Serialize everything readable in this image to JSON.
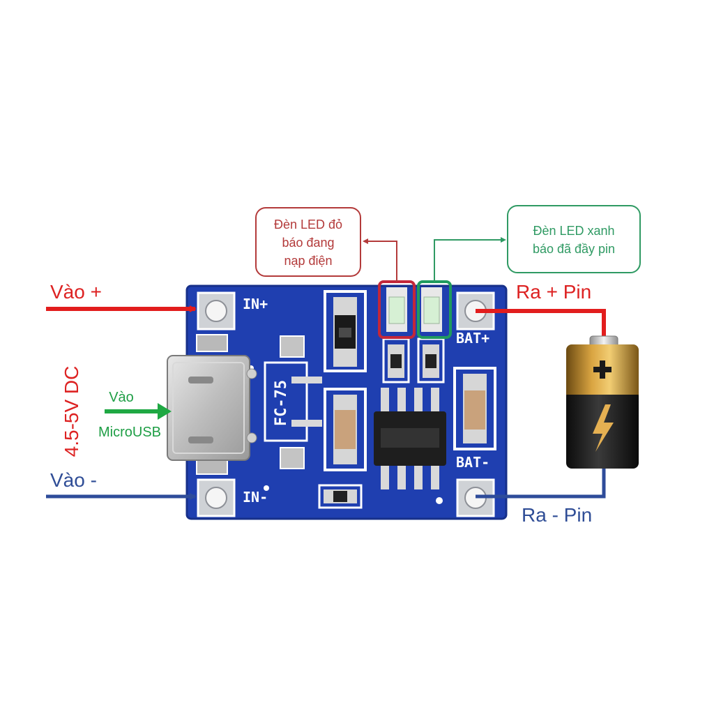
{
  "colors": {
    "red_wire": "#e21d1d",
    "blue_wire": "#2e4c9a",
    "green_arrow": "#1fa843",
    "pcb_blue": "#1f3fb0",
    "callout_red": "#b33a3a",
    "callout_green": "#2f9a63",
    "text_blue": "#2f4d96",
    "text_red": "#dd2222",
    "text_green": "#1e9e45"
  },
  "labels": {
    "in_plus": "Vào  +",
    "in_minus": "Vào  -",
    "voltage": "4.5-5V DC",
    "usb_in_top": "Vào",
    "usb_in_bottom": "MicroUSB",
    "out_plus": "Ra  + Pin",
    "out_minus": "Ra  - Pin"
  },
  "callouts": {
    "red_led": [
      "Đèn LED đỏ",
      "báo đang",
      "nạp điện"
    ],
    "green_led": [
      "Đèn LED xanh",
      "báo đã đầy pin"
    ]
  },
  "board": {
    "in_plus": "IN+",
    "in_minus": "IN-",
    "bat_plus": "BAT+",
    "bat_minus": "BAT-",
    "chip_marking": "FC-75"
  },
  "icons": {
    "battery": "battery-icon",
    "lightning": "lightning-bolt-icon",
    "usb": "micro-usb-port-icon"
  }
}
